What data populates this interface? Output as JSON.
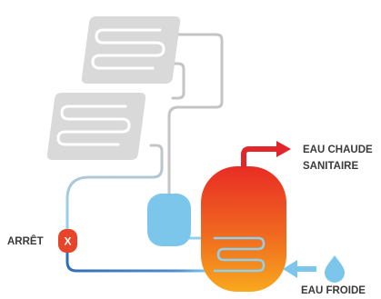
{
  "labels": {
    "hot_water_line1": "EAU CHAUDE",
    "hot_water_line2": "SANITAIRE",
    "cold_water": "EAU FROIDE",
    "stop": "ARRÊT",
    "valve_symbol": "X"
  },
  "colors": {
    "panel_fill": "#d9d9d9",
    "panel_coil": "#ffffff",
    "pipe_grey": "#c4c4c4",
    "pipe_light_blue": "#8fd0ef",
    "pipe_dark_blue": "#2f6fb3",
    "hot_arrow": "#e3262c",
    "cold_arrow": "#7cc6ec",
    "valve": "#e8442a",
    "expansion_vessel": "#7cc6ec",
    "tank_top": "#e82c24",
    "tank_bottom": "#f7a41d"
  },
  "icons": [
    "water-drop-icon",
    "hot-water-arrow-icon",
    "cold-water-arrow-icon",
    "stop-valve-icon"
  ]
}
